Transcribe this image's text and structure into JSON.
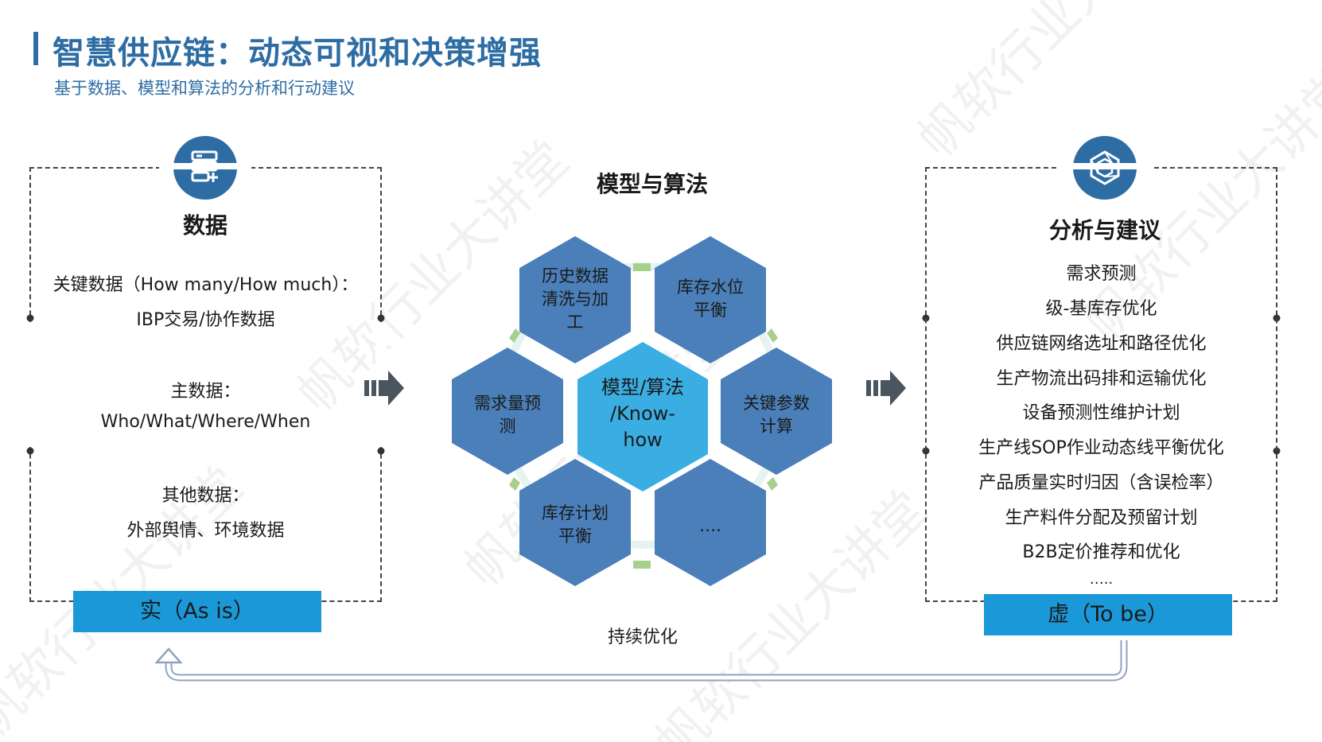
{
  "header": {
    "title": "智慧供应链：动态可视和决策增强",
    "subtitle": "基于数据、模型和算法的分析和行动建议"
  },
  "left_panel": {
    "icon": "database-add-icon",
    "heading": "数据",
    "sections": [
      {
        "lines": [
          "关键数据（How many/How much）：",
          "IBP交易/协作数据"
        ]
      },
      {
        "lines": [
          "主数据：",
          "Who/What/Where/When"
        ]
      },
      {
        "lines": [
          "其他数据：",
          "外部舆情、环境数据"
        ]
      }
    ],
    "tag": "实（As is）"
  },
  "center": {
    "heading": "模型与算法",
    "hexagons": [
      {
        "id": "center",
        "lines": [
          "模型/算法",
          "/Know-",
          "how"
        ]
      },
      {
        "id": "top-left",
        "lines": [
          "历史数据",
          "清洗与加",
          "工"
        ]
      },
      {
        "id": "top-right",
        "lines": [
          "库存水位",
          "平衡"
        ]
      },
      {
        "id": "right",
        "lines": [
          "关键参数",
          "计算"
        ]
      },
      {
        "id": "bottom-right",
        "lines": [
          "…."
        ]
      },
      {
        "id": "bottom-left",
        "lines": [
          "库存计划",
          "平衡"
        ]
      },
      {
        "id": "left",
        "lines": [
          "需求量预",
          "测"
        ]
      }
    ],
    "footer": "持续优化"
  },
  "right_panel": {
    "icon": "hexagon-shutter-icon",
    "heading": "分析与建议",
    "items": [
      "需求预测",
      "级-基库存优化",
      "供应链网络选址和路径优化",
      "生产物流出码排和运输优化",
      "设备预测性维护计划",
      "生产线SOP作业动态线平衡优化",
      "产品质量实时归因（含误检率）",
      "生产料件分配及预留计划",
      "B2B定价推荐和优化",
      "….."
    ],
    "tag": "虚（To be）"
  },
  "watermark": "帆软行业大讲堂",
  "colors": {
    "accent": "#2e6da4",
    "hex_blue": "#4a7fb9",
    "hex_center": "#3aaee3",
    "tag_blue": "#1a98d8",
    "connector_green": "#a8d08d",
    "arrow_gray": "#4a5560"
  }
}
